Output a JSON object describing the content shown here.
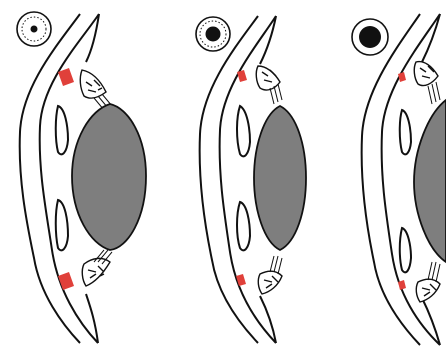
{
  "figure": {
    "panels": [
      {
        "pupil_icon": "pupil-small-icon",
        "ciliary_muscle_state": "contracted"
      },
      {
        "pupil_icon": "pupil-medium-icon",
        "ciliary_muscle_state": "intermediate"
      },
      {
        "pupil_icon": "pupil-large-icon",
        "ciliary_muscle_state": "relaxed"
      }
    ],
    "colors": {
      "background": "#ffffff",
      "outline": "#111111",
      "lens": "#7e7e7e",
      "ciliary_muscle": "#e0403a"
    }
  }
}
